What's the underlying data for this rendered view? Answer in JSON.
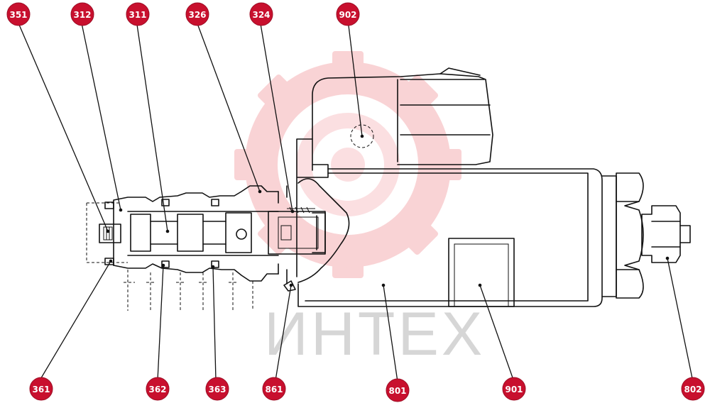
{
  "watermark": {
    "text": "ИНТЕХ",
    "logo_icon": "gear-logo-icon",
    "color": "#f7c4c6"
  },
  "badge_color": "#c8102e",
  "callouts": {
    "c351": "351",
    "c312": "312",
    "c311": "311",
    "c326": "326",
    "c324": "324",
    "c902": "902",
    "c361": "361",
    "c362": "362",
    "c363": "363",
    "c861": "861",
    "c801": "801",
    "c901": "901",
    "c802": "802"
  }
}
